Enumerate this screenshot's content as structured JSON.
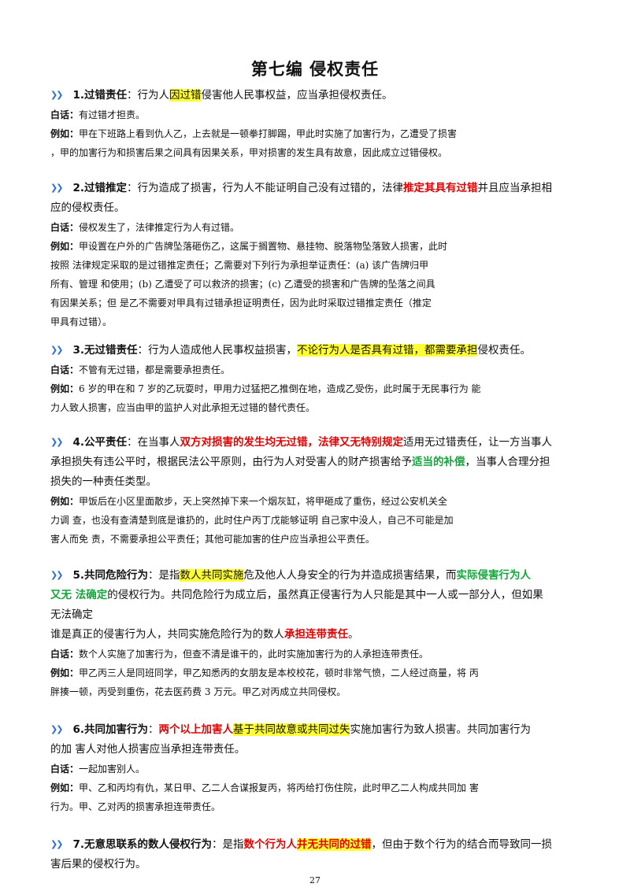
{
  "page_title": "第七编 侵权责任",
  "page_number": "27",
  "icons": {
    "section_bullet": "double-chevron-right-icon"
  },
  "sections": [
    {
      "num": "1.过错责任",
      "head_a": "：行为人",
      "head_hl": "因过错",
      "head_b": "侵害他人民事权益，应当承担侵权责任。",
      "baihua_label": "白话：",
      "baihua": "有过错才担责。",
      "example_label": "例如：",
      "example_l1": "甲在下班路上看到仇人乙，上去就是一顿拳打脚踢，甲此时实施了加害行为，乙遭受了损害",
      "example_l2": "，甲的加害行为和损害后果之间具有因果关系，甲对损害的发生具有故意，因此成立过错侵权。"
    },
    {
      "num": "2.过错推定",
      "head_a": "：行为造成了损害，行为人不能证明自己没有过错的，法律",
      "head_red": "推定其具有过错",
      "head_b": "并且应当承担相",
      "head_l2": "应的侵权责任。",
      "baihua_label": "白话：",
      "baihua": "侵权发生了，法律推定行为人有过错。",
      "example_label": "例如：",
      "example_l1": "甲设置在户外的广告牌坠落砸伤乙，这属于搁置物、悬挂物、脱落物坠落致人损害，此时",
      "example_l2": "按照 法律规定采取的是过错推定责任；乙需要对下列行为承担举证责任：(a) 该广告牌归甲",
      "example_l3": "所有、管理 和使用；(b) 乙遭受了可以救济的损害；(c) 乙遭受的损害和广告牌的坠落之间具",
      "example_l4": "有因果关系；但 是乙不需要对甲具有过错承担证明责任，因为此时采取过错推定责任（推定",
      "example_l5": "甲具有过错）。"
    },
    {
      "num": "3.无过错责任",
      "head_a": "：行为人造成他人民事权益损害，",
      "head_hl": "不论行为人是否具有过错，都需要承担",
      "head_b": "侵权责任。",
      "baihua_label": "白话：",
      "baihua": "不管有无过错，都是需要承担责任。",
      "example_label": "例如：",
      "example_l1": "6 岁的甲在和 7 岁的乙玩耍时，甲用力过猛把乙推倒在地，造成乙受伤，此时属于无民事行为 能",
      "example_l2": "力人致人损害，应当由甲的监护人对此承担无过错的替代责任。"
    },
    {
      "num": "4.公平责任",
      "head_a": "：在当事人",
      "head_red1": "双方对损害的发生均无过错",
      "head_sep": "，",
      "head_red2": "法律又无特别规定",
      "head_b": "适用无过错责任，让一方当事人",
      "head_l2": "承担损失有违公平时，根据民法公平原则，由行为人对受害人的财产损害给予",
      "head_green": "适当的补偿",
      "head_l2b": "，当事人合理分担",
      "head_l3": "损失的一种责任类型。",
      "example_label": "例如：",
      "example_l1": "甲饭后在小区里面散步，天上突然掉下来一个烟灰缸，将甲砸成了重伤，经过公安机关全",
      "example_l2": "力调 查，也没有查清楚到底是谁扔的，此时住户丙丁戊能够证明 自己家中没人，自己不可能是加",
      "example_l3": "害人而免 责，不需要承担公平责任；其他可能加害的住户应当承担公平责任。"
    },
    {
      "num": "5.共同危险行为",
      "head_a": "：是指",
      "head_hl": "数人共同实施",
      "head_b": "危及他人人身安全的行为并造成损害结果，而",
      "head_green1": "实际侵害行为人",
      "head_green2": "又无  法确定",
      "head_l2": "的侵权行为。共同危险行为成立后，虽然真正侵害行为人只能是其中一人或一部分人，但如果",
      "head_l3": "无法确定",
      "head_l4": "谁是真正的侵害行为人，共同实施危险行为的数人",
      "head_red": "承担连带责任",
      "head_l4b": "。",
      "baihua_label": "白话：",
      "baihua": "数个人实施了加害行为，但查不清是谁干的，此时实施加害行为的人承担连带责任。",
      "example_label": "例如：",
      "example_l1": "甲乙丙三人是同班同学，甲乙知悉丙的女朋友是本校校花，顿时非常气愤，二人经过商量，将 丙",
      "example_l2": "胖揍一顿，丙受到重伤，花去医药费 3 万元。甲乙对丙成立共同侵权。"
    },
    {
      "num": "6.共同加害行为",
      "head_a": "：",
      "head_red": "两个以上加害人",
      "head_hl": "基于共同故意或共同过失",
      "head_b": "实施加害行为致人损害。共同加害行为",
      "head_l2": "的加  害人对他人损害应当承担连带责任。",
      "baihua_label": "白话：",
      "baihua": "一起加害别人。",
      "example_label": "例如：",
      "example_l1": "甲、乙和丙均有仇，某日甲、乙二人合谋报复丙，将丙给打伤住院，此时甲乙二人构成共同加 害",
      "example_l2": "行为。甲、乙对丙的损害承担连带责任。"
    },
    {
      "num": "7.无意思联系的数人侵权行为",
      "head_a": "：是指",
      "head_red1": "数个行为人",
      "head_red2": "并无共同的过错",
      "head_b": "，但由于数个行为的结合而导致同一损",
      "head_l2": "害后果的侵权行为。"
    }
  ]
}
